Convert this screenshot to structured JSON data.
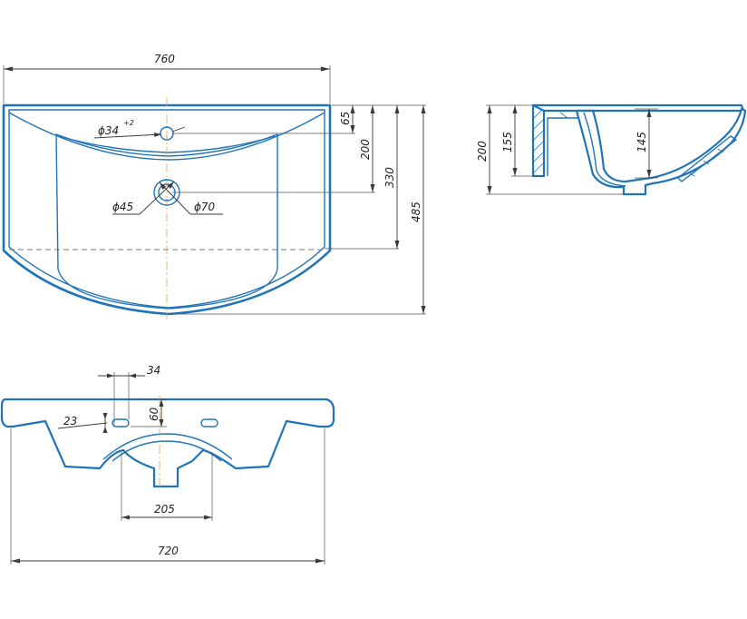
{
  "colors": {
    "outline": "#1f74b8",
    "dimension": "#3a3a3a",
    "centerline": "#e0a060",
    "background": "#ffffff"
  },
  "top_view": {
    "width": "760",
    "tap_hole": "ϕ34",
    "tap_hole_tolerance": "+2",
    "depth_to_tap_hole": "65",
    "depth_to_drain": "200",
    "depth_to_back": "330",
    "total_depth": "485",
    "drain_inner": "ϕ45",
    "drain_outer": "ϕ70"
  },
  "side_view": {
    "height": "200",
    "inner_height": "155",
    "bowl_depth": "145"
  },
  "front_view": {
    "slot_width": "34",
    "slot_height": "60",
    "slot_offset": "23",
    "drain_width": "205",
    "base_width": "720"
  }
}
